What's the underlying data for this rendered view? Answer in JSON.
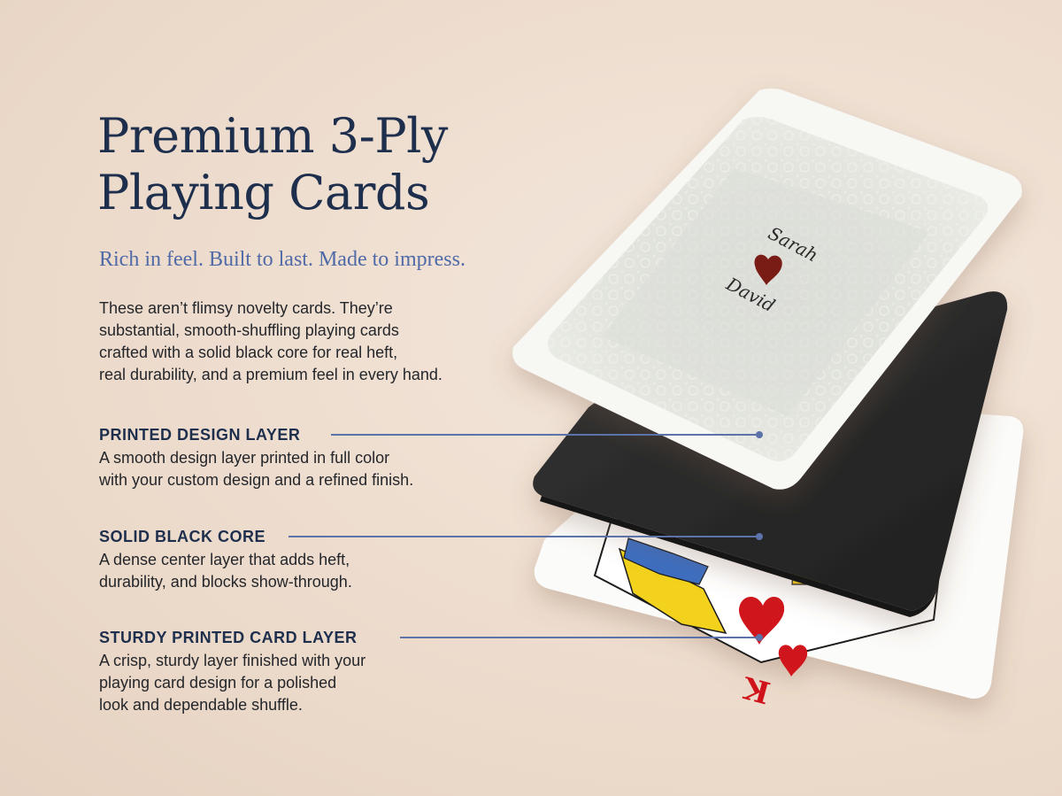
{
  "heading": {
    "line1": "Premium 3-Ply",
    "line2": "Playing Cards",
    "tagline": "Rich in feel. Built to last. Made to impress."
  },
  "intro": {
    "lines": [
      "These aren’t flimsy novelty cards. They’re",
      "substantial, smooth-shuffling playing cards",
      "crafted with a solid black core for real heft,",
      "real durability, and a premium feel in every hand."
    ]
  },
  "features": [
    {
      "title": "PRINTED DESIGN LAYER",
      "lines": [
        "A smooth design layer printed in full color",
        "with your custom design and a refined finish."
      ]
    },
    {
      "title": "SOLID BLACK CORE",
      "lines": [
        "A dense center layer that adds heft,",
        "durability, and blocks show-through."
      ]
    },
    {
      "title": "STURDY PRINTED CARD LAYER",
      "lines": [
        "A crisp, sturdy layer finished with your",
        "playing card design for a polished",
        "look and dependable shuffle."
      ]
    }
  ],
  "card": {
    "name_top": "Sarah",
    "name_bottom": "David",
    "corner_rank": "K"
  },
  "colors": {
    "background": "#eddccd",
    "heading": "#1e2f4d",
    "tagline": "#4f6aa7",
    "leader": "#5b73a8",
    "heart": "#7a1f17",
    "core": "#2b2b2b",
    "card_red": "#d0121a"
  },
  "icons": {
    "heart": "heart-icon"
  }
}
